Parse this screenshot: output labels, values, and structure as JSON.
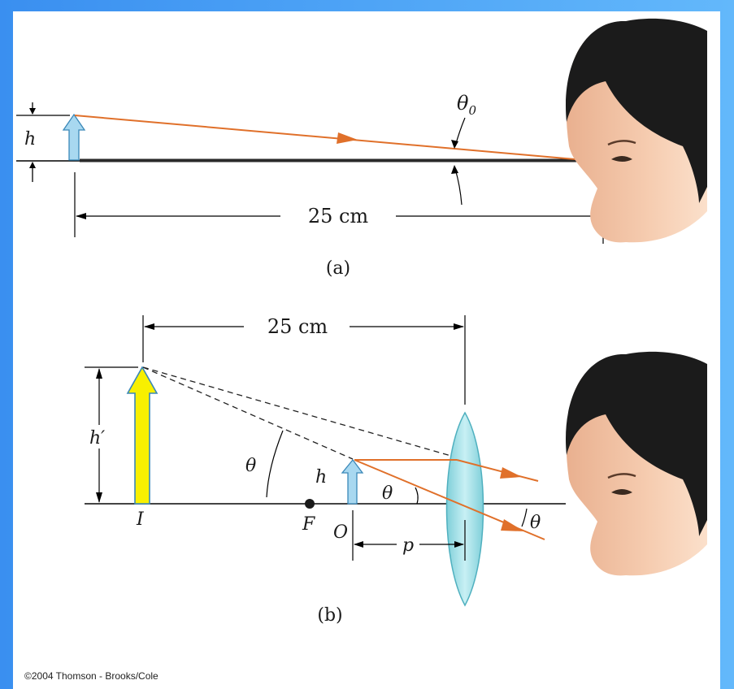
{
  "figure_a": {
    "object_height_label": "h",
    "angle_label": "θ",
    "angle_subscript": "0",
    "distance_label": "25 cm",
    "caption": "(a)"
  },
  "figure_b": {
    "distance_label": "25 cm",
    "image_height_label": "h′",
    "angle_label_left": "θ",
    "object_height_label": "h",
    "angle_label_mid": "θ",
    "angle_label_right": "θ",
    "image_label": "I",
    "focal_label": "F",
    "object_label": "O",
    "object_distance_label": "p",
    "caption": "(b)"
  },
  "copyright": "©2004 Thomson - Brooks/Cole",
  "colors": {
    "ray": "#e0702a",
    "object_arrow": "#a8d8f0",
    "image_arrow": "#f8f000",
    "lens": "#8fd6df",
    "axis": "#2a2a2a",
    "background": "#4aa0f5"
  }
}
